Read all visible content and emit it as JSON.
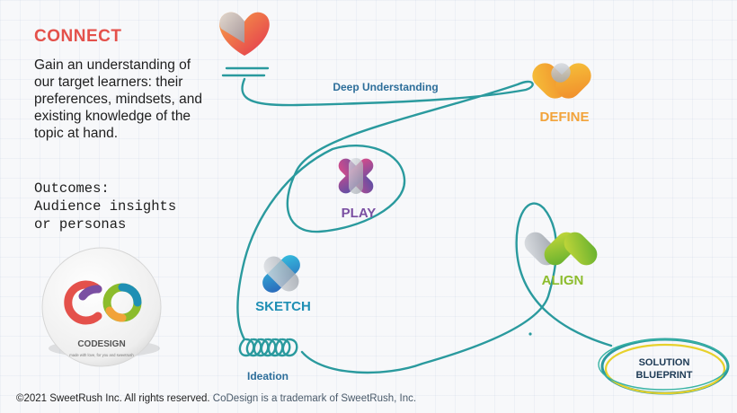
{
  "connect": {
    "heading": "CONNECT",
    "description": "Gain an understanding of our target learners: their preferences, mindsets, and existing knowledge of the topic at hand.",
    "outcomes": "Outcomes:\nAudience insights\nor personas"
  },
  "stages": {
    "define": "DEFINE",
    "play": "PLAY",
    "sketch": "SKETCH",
    "align": "ALIGN",
    "blueprint_line1": "SOLUTION",
    "blueprint_line2": "BLUEPRINT"
  },
  "path_labels": {
    "deep_understanding": "Deep Understanding",
    "ideation": "Ideation"
  },
  "logo": {
    "brand": "CODESIGN",
    "tagline": "made with love, for you and sweetrush"
  },
  "footer": {
    "copyright": "©2021 SweetRush Inc. All rights reserved.",
    "trademark": "CoDesign is a trademark of SweetRush, Inc."
  },
  "colors": {
    "connect": "#e4514b",
    "define": "#f2a33a",
    "play": "#7a4fa2",
    "sketch": "#1f8fb4",
    "align": "#8cbc2c",
    "path": "#2a9a9e"
  }
}
